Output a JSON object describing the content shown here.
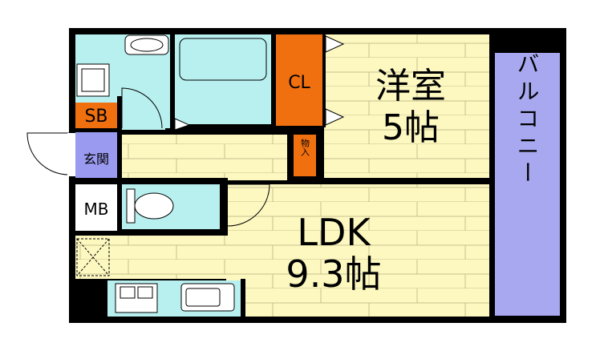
{
  "colors": {
    "wall": "#000000",
    "floor_wood": "#fdf8c0",
    "floor_line": "#c8c090",
    "wet_area": "#b8f0f0",
    "entrance": "#9a9af0",
    "balcony": "#a8a8f0",
    "closet": "#f07010"
  },
  "rooms": {
    "western": {
      "name": "洋室",
      "size": "5帖"
    },
    "ldk": {
      "name": "LDK",
      "size": "9.3帖"
    },
    "closet": {
      "label": "CL"
    },
    "storage": {
      "label": "物入"
    },
    "shoe_box": {
      "label": "SB"
    },
    "entrance": {
      "label": "玄関"
    },
    "meter_box": {
      "label": "MB"
    },
    "balcony": {
      "label": "バルコニー"
    }
  },
  "icons": [
    "washbasin-icon",
    "washing-machine-icon",
    "bathtub-icon",
    "toilet-icon",
    "stove-icon",
    "kitchen-sink-icon",
    "refrigerator-space-icon",
    "sliding-door-icon"
  ]
}
